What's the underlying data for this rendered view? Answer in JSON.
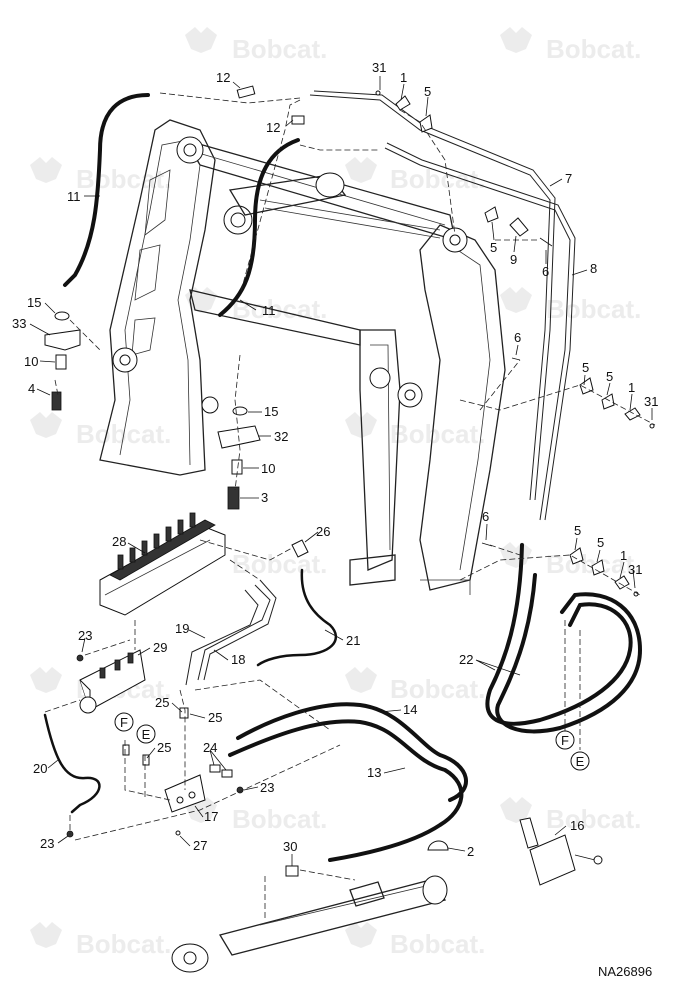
{
  "watermark": "Bobcat.",
  "drawing_number": "NA26896",
  "callouts": [
    {
      "id": "c-31a",
      "text": "31"
    },
    {
      "id": "c-1a",
      "text": "1"
    },
    {
      "id": "c-5a",
      "text": "5"
    },
    {
      "id": "c-12a",
      "text": "12"
    },
    {
      "id": "c-12b",
      "text": "12"
    },
    {
      "id": "c-7",
      "text": "7"
    },
    {
      "id": "c-11a",
      "text": "11"
    },
    {
      "id": "c-5b",
      "text": "5"
    },
    {
      "id": "c-9",
      "text": "9"
    },
    {
      "id": "c-6a",
      "text": "6"
    },
    {
      "id": "c-8",
      "text": "8"
    },
    {
      "id": "c-15a",
      "text": "15"
    },
    {
      "id": "c-11b",
      "text": "11"
    },
    {
      "id": "c-33",
      "text": "33"
    },
    {
      "id": "c-6b",
      "text": "6"
    },
    {
      "id": "c-10a",
      "text": "10"
    },
    {
      "id": "c-5c",
      "text": "5"
    },
    {
      "id": "c-5d",
      "text": "5"
    },
    {
      "id": "c-1b",
      "text": "1"
    },
    {
      "id": "c-4",
      "text": "4"
    },
    {
      "id": "c-31b",
      "text": "31"
    },
    {
      "id": "c-15b",
      "text": "15"
    },
    {
      "id": "c-32",
      "text": "32"
    },
    {
      "id": "c-10b",
      "text": "10"
    },
    {
      "id": "c-3",
      "text": "3"
    },
    {
      "id": "c-6c",
      "text": "6"
    },
    {
      "id": "c-26",
      "text": "26"
    },
    {
      "id": "c-5e",
      "text": "5"
    },
    {
      "id": "c-5f",
      "text": "5"
    },
    {
      "id": "c-1c",
      "text": "1"
    },
    {
      "id": "c-28",
      "text": "28"
    },
    {
      "id": "c-31c",
      "text": "31"
    },
    {
      "id": "c-19",
      "text": "19"
    },
    {
      "id": "c-21",
      "text": "21"
    },
    {
      "id": "c-23a",
      "text": "23"
    },
    {
      "id": "c-29",
      "text": "29"
    },
    {
      "id": "c-18",
      "text": "18"
    },
    {
      "id": "c-22",
      "text": "22"
    },
    {
      "id": "c-25a",
      "text": "25"
    },
    {
      "id": "c-25b",
      "text": "25"
    },
    {
      "id": "c-14",
      "text": "14"
    },
    {
      "id": "c-25c",
      "text": "25"
    },
    {
      "id": "c-24",
      "text": "24"
    },
    {
      "id": "c-20",
      "text": "20"
    },
    {
      "id": "c-13",
      "text": "13"
    },
    {
      "id": "c-23b",
      "text": "23"
    },
    {
      "id": "c-17",
      "text": "17"
    },
    {
      "id": "c-16",
      "text": "16"
    },
    {
      "id": "c-23c",
      "text": "23"
    },
    {
      "id": "c-27",
      "text": "27"
    },
    {
      "id": "c-30",
      "text": "30"
    },
    {
      "id": "c-2",
      "text": "2"
    }
  ],
  "connectors": [
    {
      "id": "conn-F-left",
      "text": "F"
    },
    {
      "id": "conn-E-left",
      "text": "E"
    },
    {
      "id": "conn-F-right",
      "text": "F"
    },
    {
      "id": "conn-E-right",
      "text": "E"
    }
  ]
}
